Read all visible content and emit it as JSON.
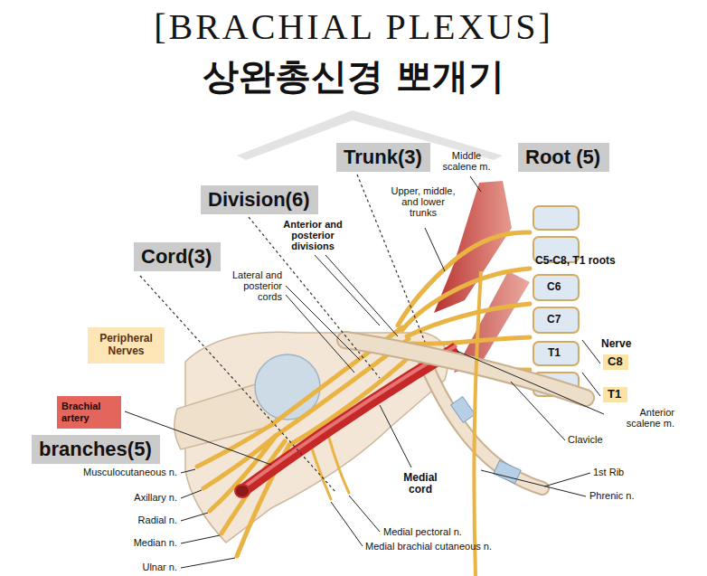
{
  "diagram": {
    "title": "[BRACHIAL PLEXUS]",
    "nodes": [
      {
        "text": [
          "Trunk(3)"
        ]
      },
      {
        "text": [
          "Root (5)"
        ]
      },
      {
        "text": [
          "Division(6)"
        ]
      },
      {
        "text": [
          "Cord(3)"
        ]
      },
      {
        "text": [
          "Peripheral Nerves"
        ]
      },
      {
        "text": [
          "C8"
        ]
      },
      {
        "text": [
          "T1"
        ]
      },
      {
        "text": [
          "Brachial artery"
        ]
      },
      {
        "text": [
          "branches(5)"
        ]
      }
    ],
    "labels": [
      "상완총신경 뽀개기",
      "Middle scalene m.",
      "Upper, middle, and lower trunks",
      "Anterior and posterior divisions",
      "C5-C8, T1 roots",
      "C6",
      "C7",
      "T1",
      "Lateral and posterior cords",
      "Nerve",
      "Anterior scalene m.",
      "Clavicle",
      "1st Rib",
      "Phrenic n.",
      "Medial cord",
      "Medial pectoral n.",
      "Medial brachial cutaneous n.",
      "Musculocutaneous n.",
      "Axillary n.",
      "Radial n.",
      "Median n.",
      "Ulnar n."
    ]
  }
}
